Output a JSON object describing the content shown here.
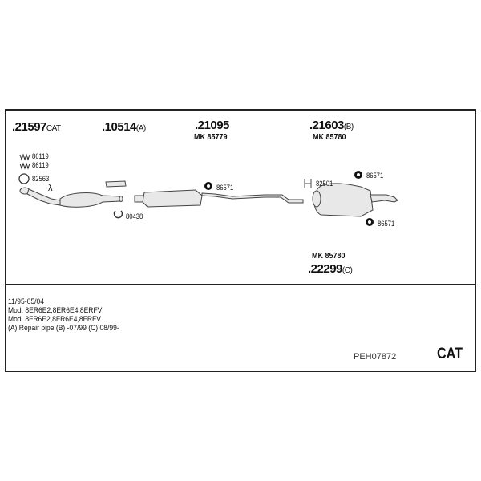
{
  "parts": {
    "p21597": {
      "number": ".21597",
      "suffix": "CAT"
    },
    "p10514": {
      "number": ".10514",
      "suffix": "(A)"
    },
    "p21095": {
      "number": ".21095",
      "mk": "MK 85779"
    },
    "p21603": {
      "number": ".21603",
      "suffix": "(B)",
      "mk": "MK 85780"
    },
    "p22299": {
      "number": ".22299",
      "suffix": "(C)",
      "mk": "MK 85780"
    }
  },
  "accessories": {
    "spring1": "86119",
    "spring2": "86119",
    "ring": "82563",
    "clamp": "80438",
    "hanger1": "86571",
    "bracket": "82501",
    "hanger2": "86571",
    "hanger3": "86571",
    "lambda": "λ"
  },
  "notes": [
    "11/95-05/04",
    "Mod. 8ER6E2,8ER6E4,8ERFV",
    "Mod. 8FR6E2,8FR6E4,8FRFV",
    "(A) Repair pipe (B) -07/99 (C) 08/99-"
  ],
  "code": "PEH07872",
  "badge": "CAT"
}
